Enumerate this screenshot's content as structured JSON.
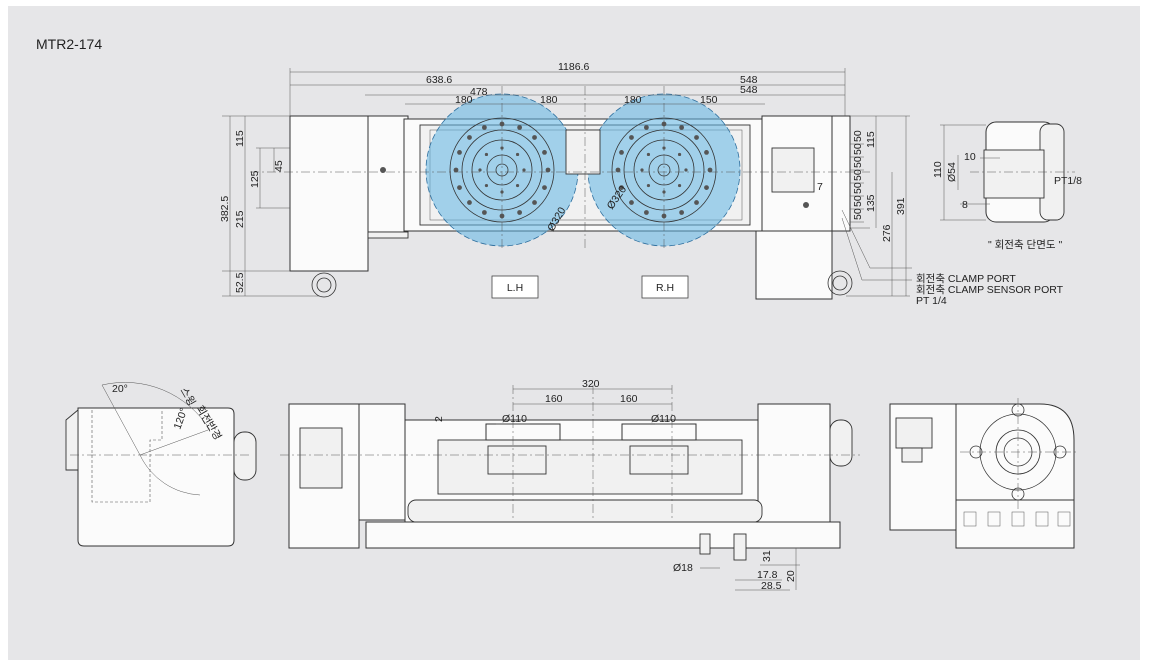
{
  "model": "MTR2-174",
  "top_view": {
    "dims_top": [
      "1186.6",
      "638.6",
      "548",
      "548",
      "478",
      "180",
      "180",
      "180",
      "150"
    ],
    "dims_left": [
      "115",
      "45",
      "125",
      "382.5",
      "215",
      "52.5"
    ],
    "dims_right_small": [
      "50",
      "50",
      "50",
      "50",
      "50",
      "50",
      "50"
    ],
    "dims_right": [
      "115",
      "135",
      "391",
      "276",
      "7"
    ],
    "phi_left": "Ø320",
    "phi_right": "Ø320",
    "label_lh": "L.H",
    "label_rh": "R.H"
  },
  "section_view": {
    "dims": [
      "110",
      "Ø54",
      "10",
      "8",
      "PT1/8"
    ],
    "caption": "\" 회전축 단면도 \""
  },
  "port_notes": [
    "회전축 CLAMP PORT",
    "회전축 CLAMP SENSOR PORT",
    "PT 1/4"
  ],
  "side_left_view": {
    "dims": [
      "20°",
      "스윙",
      "120°",
      "회전",
      "반경"
    ]
  },
  "front_view": {
    "dims_top": [
      "320",
      "160",
      "160",
      "Ø110",
      "Ø110",
      "2"
    ],
    "dims_bottom": [
      "Ø18",
      "17.8",
      "28.5",
      "31",
      "20"
    ]
  },
  "colors": {
    "sheet": "#e6e6e8",
    "table_highlight": "#5fb4e4",
    "line": "#333333"
  }
}
